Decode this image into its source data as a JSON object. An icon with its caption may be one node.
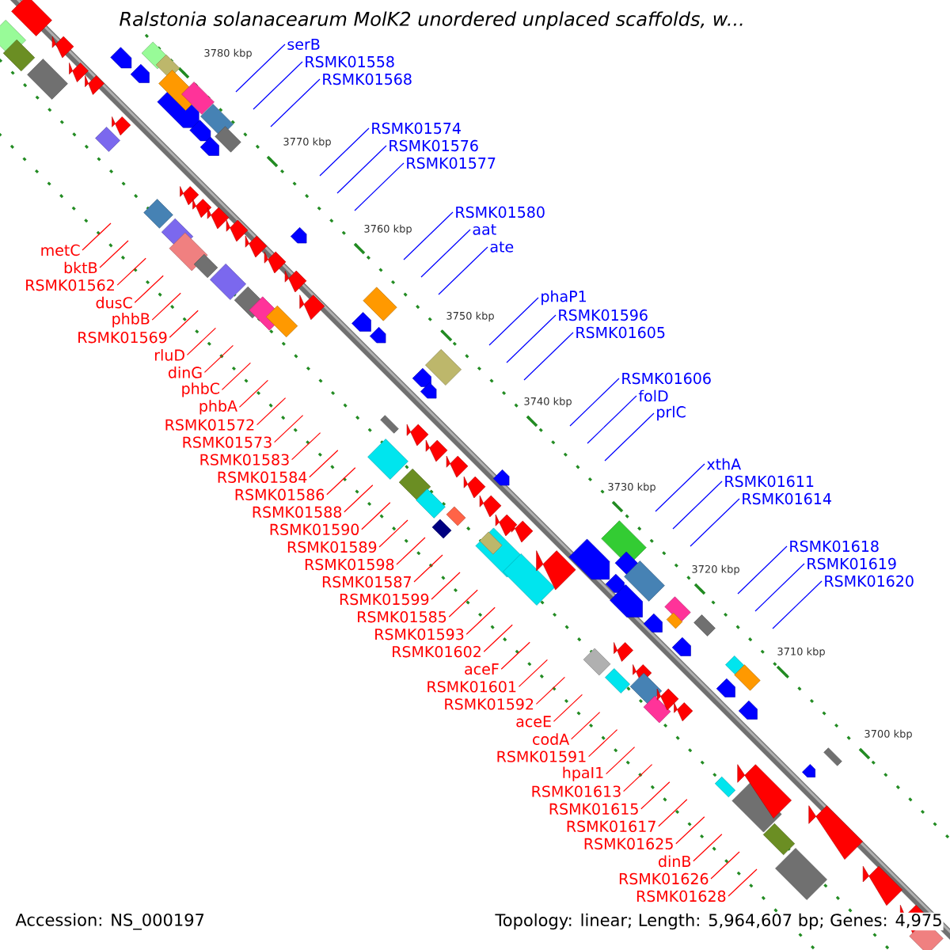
{
  "diagram": {
    "title": "Ralstonia solanacearum MolK2 unordered unplaced scaffolds, w...",
    "nodes": [
      {
        "text": [
          "serB"
        ]
      },
      {
        "text": [
          "RSMK01558"
        ]
      },
      {
        "text": [
          "RSMK01568"
        ]
      },
      {
        "text": [
          "RSMK01574"
        ]
      },
      {
        "text": [
          "RSMK01576"
        ]
      },
      {
        "text": [
          "RSMK01577"
        ]
      },
      {
        "text": [
          "RSMK01580"
        ]
      },
      {
        "text": [
          "aat"
        ]
      },
      {
        "text": [
          "ate"
        ]
      },
      {
        "text": [
          "phaP1"
        ]
      },
      {
        "text": [
          "RSMK01596"
        ]
      },
      {
        "text": [
          "RSMK01605"
        ]
      },
      {
        "text": [
          "RSMK01606"
        ]
      },
      {
        "text": [
          "folD"
        ]
      },
      {
        "text": [
          "prlC"
        ]
      },
      {
        "text": [
          "xthA"
        ]
      },
      {
        "text": [
          "RSMK01611"
        ]
      },
      {
        "text": [
          "RSMK01614"
        ]
      },
      {
        "text": [
          "RSMK01618"
        ]
      },
      {
        "text": [
          "RSMK01619"
        ]
      },
      {
        "text": [
          "RSMK01620"
        ]
      },
      {
        "text": [
          "metC"
        ]
      },
      {
        "text": [
          "bktB"
        ]
      },
      {
        "text": [
          "RSMK01562"
        ]
      },
      {
        "text": [
          "dusC"
        ]
      },
      {
        "text": [
          "phbB"
        ]
      },
      {
        "text": [
          "RSMK01569"
        ]
      },
      {
        "text": [
          "rluD"
        ]
      },
      {
        "text": [
          "dinG"
        ]
      },
      {
        "text": [
          "phbC"
        ]
      },
      {
        "text": [
          "phbA"
        ]
      },
      {
        "text": [
          "RSMK01572"
        ]
      },
      {
        "text": [
          "RSMK01573"
        ]
      },
      {
        "text": [
          "RSMK01583"
        ]
      },
      {
        "text": [
          "RSMK01584"
        ]
      },
      {
        "text": [
          "RSMK01586"
        ]
      },
      {
        "text": [
          "RSMK01588"
        ]
      },
      {
        "text": [
          "RSMK01590"
        ]
      },
      {
        "text": [
          "RSMK01589"
        ]
      },
      {
        "text": [
          "RSMK01598"
        ]
      },
      {
        "text": [
          "RSMK01587"
        ]
      },
      {
        "text": [
          "RSMK01599"
        ]
      },
      {
        "text": [
          "RSMK01585"
        ]
      },
      {
        "text": [
          "RSMK01593"
        ]
      },
      {
        "text": [
          "RSMK01602"
        ]
      },
      {
        "text": [
          "aceF"
        ]
      },
      {
        "text": [
          "RSMK01601"
        ]
      },
      {
        "text": [
          "RSMK01592"
        ]
      },
      {
        "text": [
          "aceE"
        ]
      },
      {
        "text": [
          "codA"
        ]
      },
      {
        "text": [
          "RSMK01591"
        ]
      },
      {
        "text": [
          "hpaI1"
        ]
      },
      {
        "text": [
          "RSMK01613"
        ]
      },
      {
        "text": [
          "RSMK01615"
        ]
      },
      {
        "text": [
          "RSMK01617"
        ]
      },
      {
        "text": [
          "RSMK01625"
        ]
      },
      {
        "text": [
          "dinB"
        ]
      },
      {
        "text": [
          "RSMK01626"
        ]
      },
      {
        "text": [
          "RSMK01628"
        ]
      }
    ],
    "edges": [
      {
        "from": 0,
        "to": null,
        "arrow": "none",
        "color": "#0000ff"
      },
      {
        "from": 1,
        "to": null,
        "arrow": "none",
        "color": "#0000ff"
      },
      {
        "from": 2,
        "to": null,
        "arrow": "none",
        "color": "#0000ff"
      },
      {
        "from": 3,
        "to": null,
        "arrow": "none",
        "color": "#0000ff"
      },
      {
        "from": 4,
        "to": null,
        "arrow": "none",
        "color": "#0000ff"
      },
      {
        "from": 5,
        "to": null,
        "arrow": "none",
        "color": "#0000ff"
      },
      {
        "from": 6,
        "to": null,
        "arrow": "none",
        "color": "#0000ff"
      },
      {
        "from": 7,
        "to": null,
        "arrow": "none",
        "color": "#0000ff"
      },
      {
        "from": 8,
        "to": null,
        "arrow": "none",
        "color": "#0000ff"
      },
      {
        "from": 9,
        "to": null,
        "arrow": "none",
        "color": "#0000ff"
      },
      {
        "from": 10,
        "to": null,
        "arrow": "none",
        "color": "#0000ff"
      },
      {
        "from": 11,
        "to": null,
        "arrow": "none",
        "color": "#0000ff"
      },
      {
        "from": 12,
        "to": null,
        "arrow": "none",
        "color": "#0000ff"
      },
      {
        "from": 13,
        "to": null,
        "arrow": "none",
        "color": "#0000ff"
      },
      {
        "from": 14,
        "to": null,
        "arrow": "none",
        "color": "#0000ff"
      },
      {
        "from": 15,
        "to": null,
        "arrow": "none",
        "color": "#0000ff"
      },
      {
        "from": 16,
        "to": null,
        "arrow": "none",
        "color": "#0000ff"
      },
      {
        "from": 17,
        "to": null,
        "arrow": "none",
        "color": "#0000ff"
      },
      {
        "from": 18,
        "to": null,
        "arrow": "none",
        "color": "#0000ff"
      },
      {
        "from": 19,
        "to": null,
        "arrow": "none",
        "color": "#0000ff"
      },
      {
        "from": 20,
        "to": null,
        "arrow": "none",
        "color": "#0000ff"
      },
      {
        "from": 21,
        "to": null,
        "arrow": "none"
      },
      {
        "from": 22,
        "to": null,
        "arrow": "none"
      },
      {
        "from": 23,
        "to": null,
        "arrow": "none"
      },
      {
        "from": 24,
        "to": null,
        "arrow": "none"
      },
      {
        "from": 25,
        "to": null,
        "arrow": "none"
      },
      {
        "from": 26,
        "to": null,
        "arrow": "none"
      },
      {
        "from": 27,
        "to": null,
        "arrow": "none"
      },
      {
        "from": 28,
        "to": null,
        "arrow": "none"
      },
      {
        "from": 29,
        "to": null,
        "arrow": "none"
      },
      {
        "from": 30,
        "to": null,
        "arrow": "none"
      },
      {
        "from": 31,
        "to": null,
        "arrow": "none"
      },
      {
        "from": 32,
        "to": null,
        "arrow": "none"
      },
      {
        "from": 33,
        "to": null,
        "arrow": "none"
      },
      {
        "from": 34,
        "to": null,
        "arrow": "none"
      },
      {
        "from": 35,
        "to": null,
        "arrow": "none"
      },
      {
        "from": 36,
        "to": null,
        "arrow": "none"
      },
      {
        "from": 37,
        "to": null,
        "arrow": "none"
      },
      {
        "from": 38,
        "to": null,
        "arrow": "none"
      },
      {
        "from": 39,
        "to": null,
        "arrow": "none"
      },
      {
        "from": 40,
        "to": null,
        "arrow": "none"
      },
      {
        "from": 41,
        "to": null,
        "arrow": "none"
      },
      {
        "from": 42,
        "to": null,
        "arrow": "none"
      },
      {
        "from": 43,
        "to": null,
        "arrow": "none"
      },
      {
        "from": 44,
        "to": null,
        "arrow": "none"
      },
      {
        "from": 45,
        "to": null,
        "arrow": "none"
      },
      {
        "from": 46,
        "to": null,
        "arrow": "none"
      },
      {
        "from": 47,
        "to": null,
        "arrow": "none"
      },
      {
        "from": 48,
        "to": null,
        "arrow": "none"
      },
      {
        "from": 49,
        "to": null,
        "arrow": "none"
      },
      {
        "from": 50,
        "to": null,
        "arrow": "none"
      },
      {
        "from": 51,
        "to": null,
        "arrow": "none"
      },
      {
        "from": 52,
        "to": null,
        "arrow": "none"
      },
      {
        "from": 53,
        "to": null,
        "arrow": "none"
      },
      {
        "from": 54,
        "to": null,
        "arrow": "none"
      },
      {
        "from": 55,
        "to": null,
        "arrow": "none"
      },
      {
        "from": 56,
        "to": null,
        "arrow": "none"
      },
      {
        "from": 57,
        "to": null,
        "arrow": "none"
      },
      {
        "from": 58,
        "to": null,
        "arrow": "none"
      }
    ],
    "labels": [
      "3780 kbp",
      "3770 kbp",
      "3760 kbp",
      "3750 kbp",
      "3740 kbp",
      "3730 kbp",
      "3720 kbp",
      "3710 kbp",
      "3700 kbp",
      "Accession: NS_000197",
      "Topology: linear; Length: 5,964,607 bp; Genes: 4,975"
    ]
  }
}
